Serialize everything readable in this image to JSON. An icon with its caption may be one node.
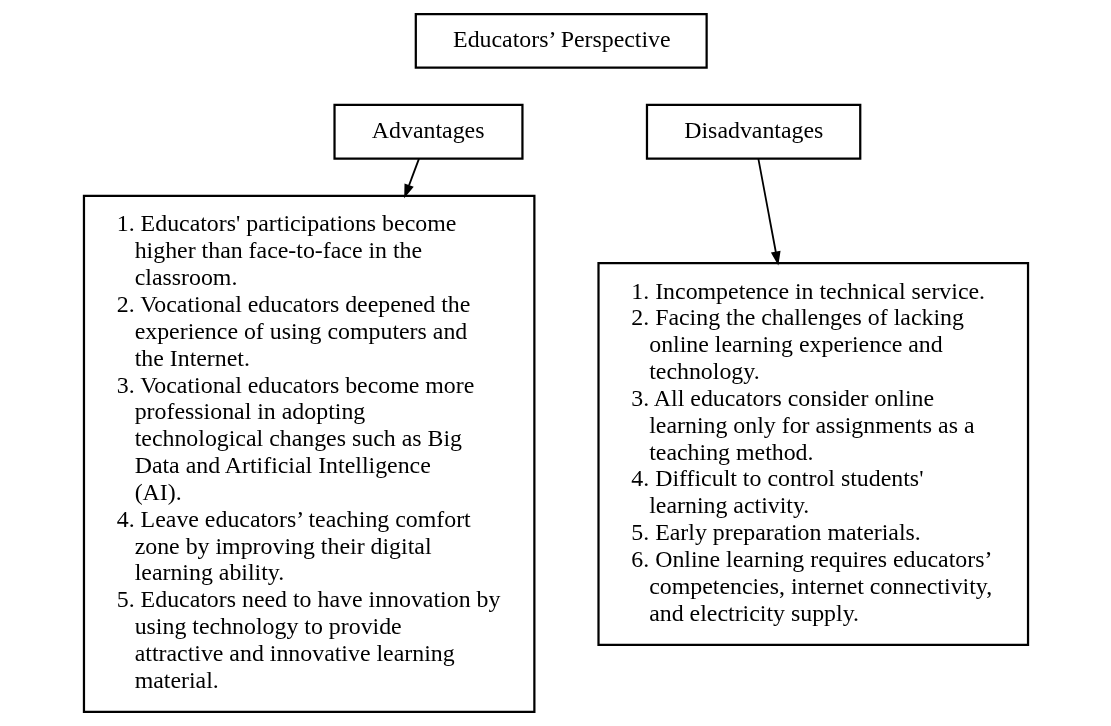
{
  "diagram": {
    "nodes": [
      {
        "text": [
          "Educators’ Perspective"
        ]
      },
      {
        "text": [
          "Advantages"
        ]
      },
      {
        "text": [
          "Disadvantages"
        ]
      },
      {
        "text": [
          "1. Educators' participations become higher than face-to-face in the classroom.",
          "2. Vocational educators deepened the experience of using computers and the Internet.",
          "3. Vocational educators become more professional in adopting technological changes such as Big Data and Artificial Intelligence (AI).",
          "4. Leave educators’ teaching comfort zone by improving their digital learning ability.",
          "5. Educators need to have innovation by using technology to provide attractive and innovative learning material."
        ]
      },
      {
        "text": [
          "1. Incompetence in technical service.",
          "2. Facing the challenges of lacking online learning experience and technology.",
          "3. All educators consider online learning only for assignments as a teaching method.",
          "4. Difficult to control students' learning activity.",
          "5. Early preparation materials.",
          "6. Online learning requires educators’ competencies, internet connectivity, and electricity supply."
        ]
      }
    ],
    "edges": [
      {
        "from": 1,
        "to": 3,
        "arrow": "to"
      },
      {
        "from": 2,
        "to": 4,
        "arrow": "to"
      }
    ]
  }
}
